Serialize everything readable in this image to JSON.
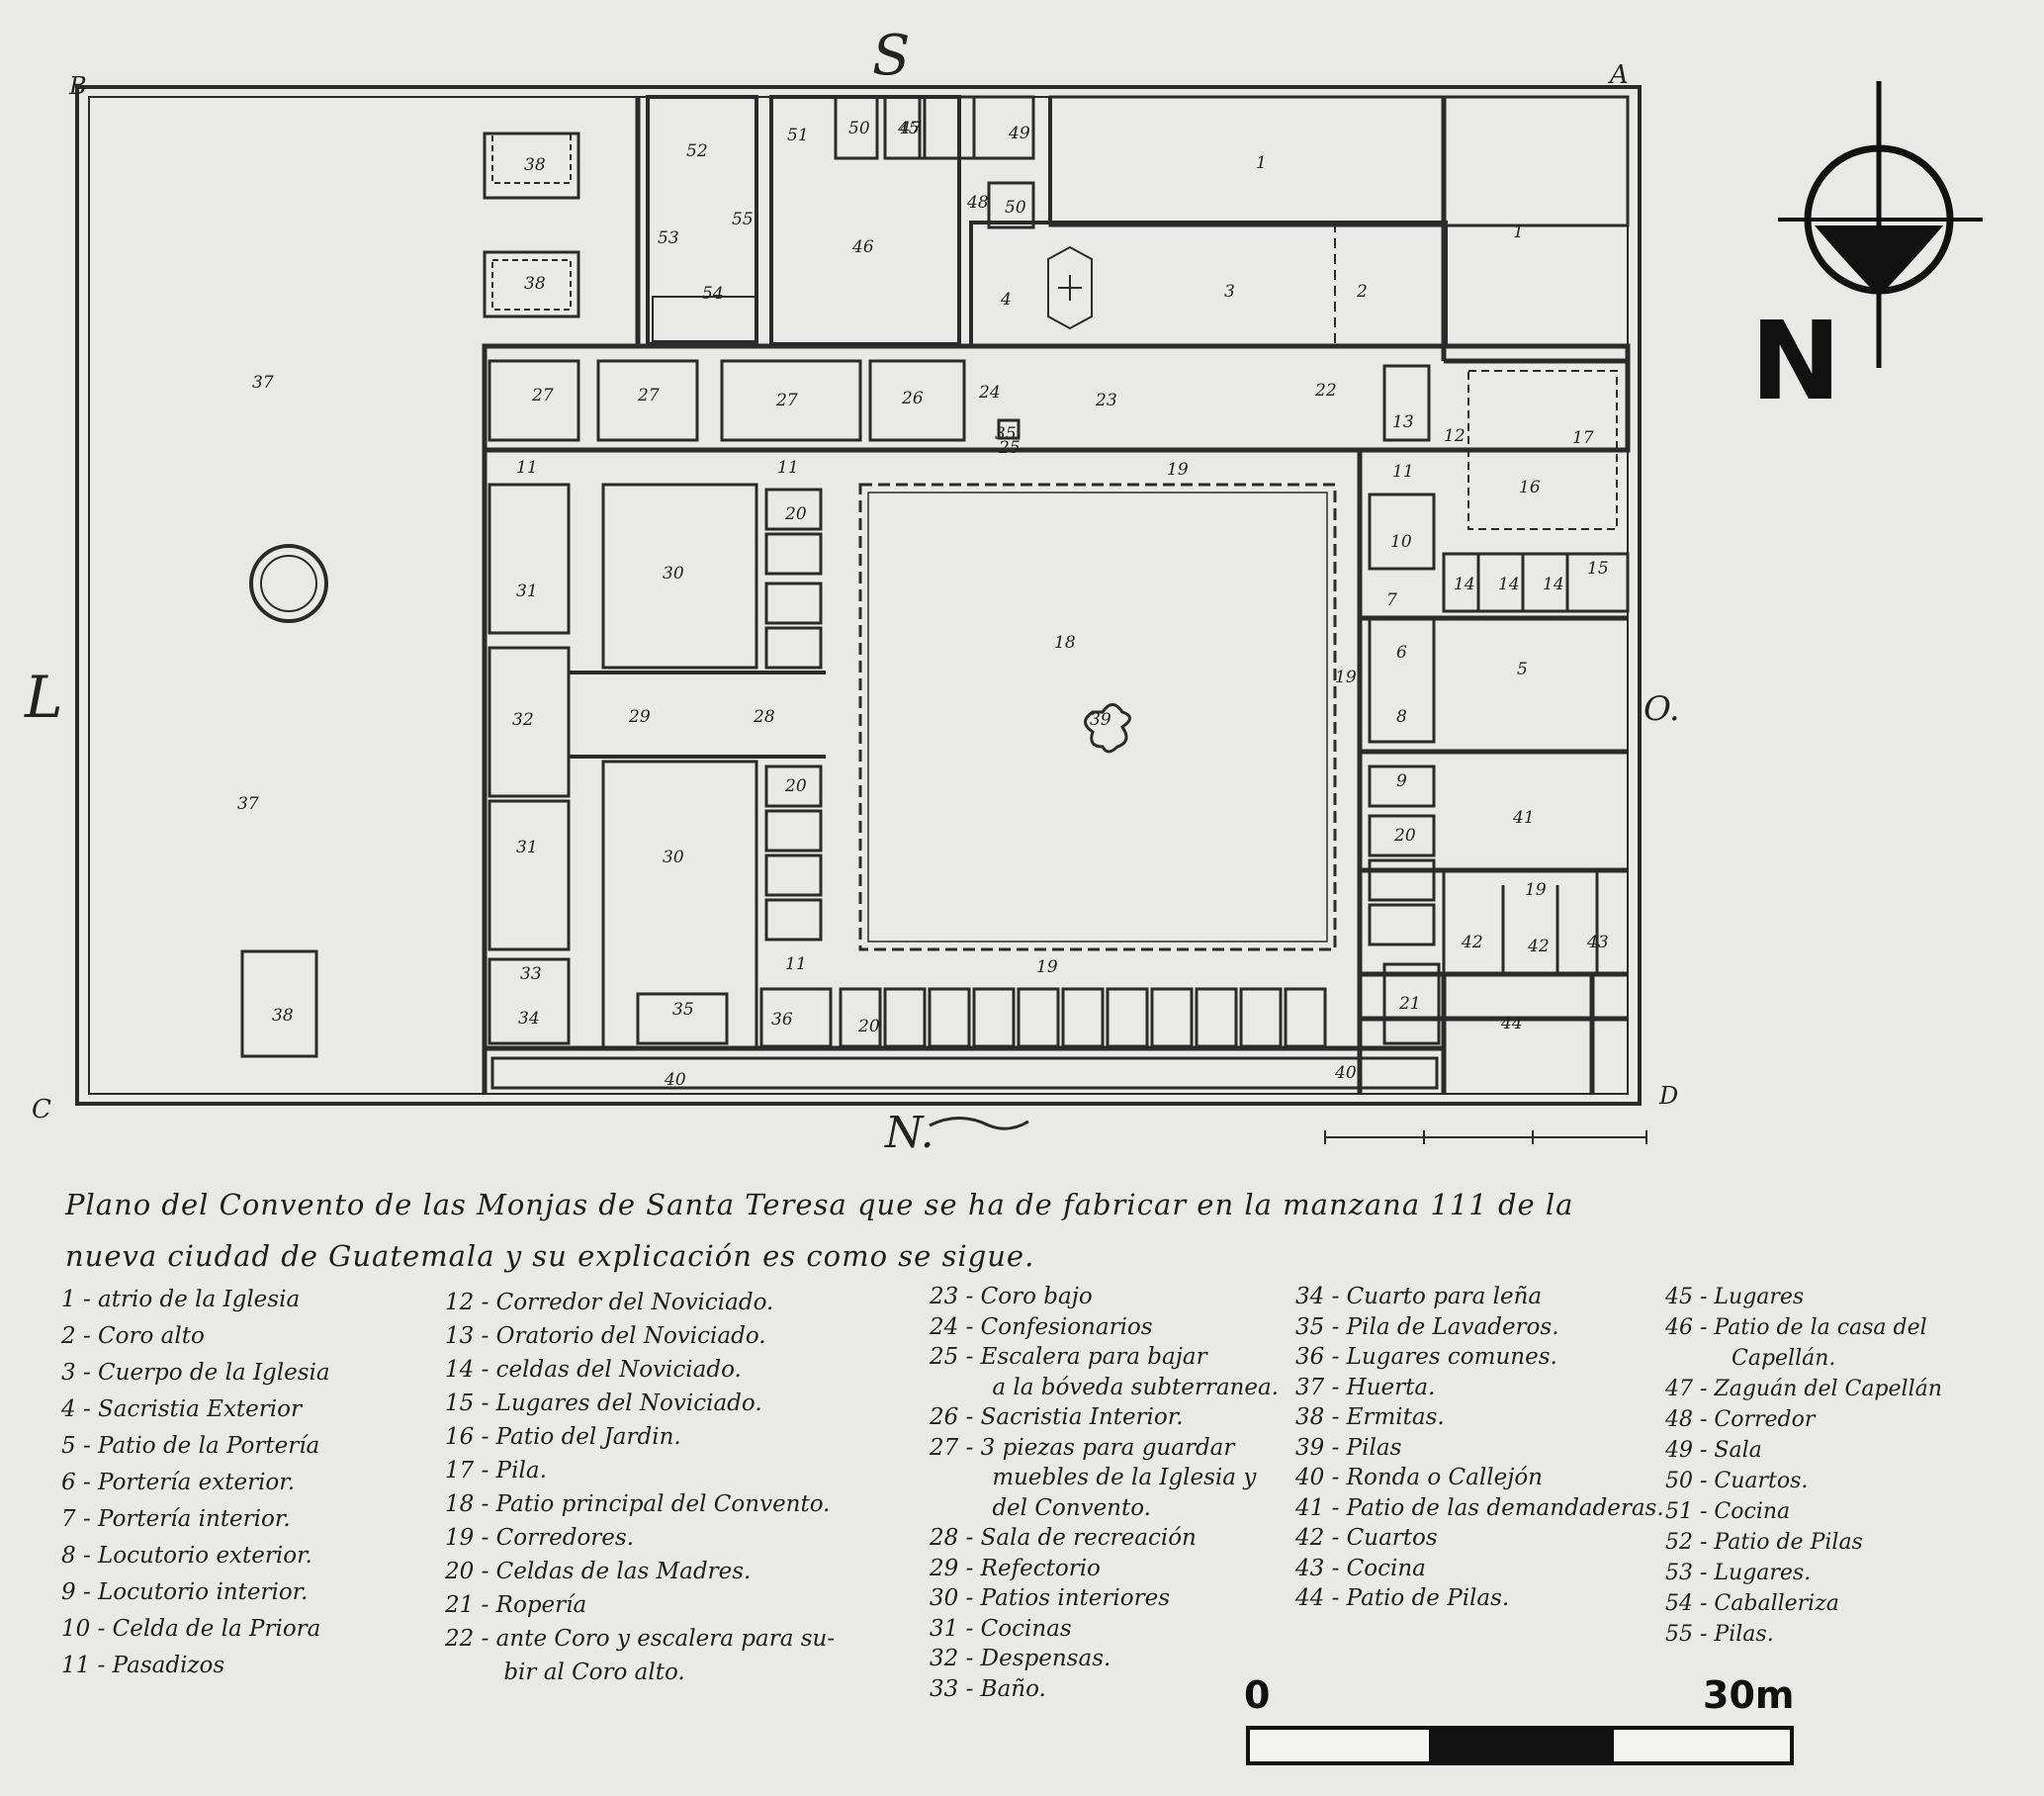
{
  "corner_labels": {
    "a": "A",
    "b": "B",
    "c": "C",
    "d": "D"
  },
  "cardinal_labels": {
    "south": "S",
    "north": "N.",
    "east": "O.",
    "west": "L"
  },
  "compass": {
    "label": "N",
    "icon": "compass-rose-icon"
  },
  "title": "Plano del Convento de las Monjas de Santa Teresa que se ha de fabricar en la manzana 111 de la nueva ciudad de Guatemala y su explicación es como se sigue.",
  "scale_bar": {
    "start_label": "0",
    "end_label": "30m"
  },
  "room_numbers": {
    "r1": "1",
    "r2": "2",
    "r3": "3",
    "r4": "4",
    "r5": "5",
    "r6": "6",
    "r7": "7",
    "r8": "8",
    "r9": "9",
    "r10": "10",
    "r11": "11",
    "r12": "12",
    "r13": "13",
    "r14": "14",
    "r15": "15",
    "r16": "16",
    "r17": "17",
    "r18": "18",
    "r19": "19",
    "r20": "20",
    "r21": "21",
    "r22": "22",
    "r23": "23",
    "r24": "24",
    "r25": "25",
    "r26": "26",
    "r27": "27",
    "r28": "28",
    "r29": "29",
    "r30": "30",
    "r31": "31",
    "r32": "32",
    "r33": "33",
    "r34": "34",
    "r35": "35",
    "r36": "36",
    "r37": "37",
    "r38": "38",
    "r39": "39",
    "r40": "40",
    "r41": "41",
    "r42": "42",
    "r43": "43",
    "r44": "44",
    "r45": "45",
    "r46": "46",
    "r47": "47",
    "r48": "48",
    "r49": "49",
    "r50": "50",
    "r51": "51",
    "r52": "52",
    "r53": "53",
    "r54": "54",
    "r55": "55"
  },
  "legend": {
    "col1": [
      {
        "num": "1 -",
        "text": "atrio de la Iglesia"
      },
      {
        "num": "2 -",
        "text": "Coro alto"
      },
      {
        "num": "3 -",
        "text": "Cuerpo de la Iglesia"
      },
      {
        "num": "4 -",
        "text": "Sacristia Exterior"
      },
      {
        "num": "5 -",
        "text": "Patio de la Portería"
      },
      {
        "num": "6 -",
        "text": "Portería exterior."
      },
      {
        "num": "7 -",
        "text": "Portería interior."
      },
      {
        "num": "8 -",
        "text": "Locutorio exterior."
      },
      {
        "num": "9 -",
        "text": "Locutorio interior."
      },
      {
        "num": "10 -",
        "text": "Celda de la Priora"
      },
      {
        "num": "11 -",
        "text": "Pasadizos"
      }
    ],
    "col2": [
      {
        "num": "12 -",
        "text": "Corredor del Noviciado."
      },
      {
        "num": "13 -",
        "text": "Oratorio del Noviciado."
      },
      {
        "num": "14 -",
        "text": "celdas del Noviciado."
      },
      {
        "num": "15 -",
        "text": "Lugares del Noviciado."
      },
      {
        "num": "16 -",
        "text": "Patio del Jardin."
      },
      {
        "num": "17 -",
        "text": "Pila."
      },
      {
        "num": "18 -",
        "text": "Patio principal del Convento."
      },
      {
        "num": "19 -",
        "text": "Corredores."
      },
      {
        "num": "20 -",
        "text": "Celdas de las Madres."
      },
      {
        "num": "21 -",
        "text": "Ropería"
      },
      {
        "num": "22 -",
        "text": "ante Coro y escalera para su-"
      },
      {
        "num": "",
        "text": "bir al Coro alto."
      }
    ],
    "col3": [
      {
        "num": "23 -",
        "text": "Coro bajo"
      },
      {
        "num": "24 -",
        "text": "Confesionarios"
      },
      {
        "num": "25 -",
        "text": "Escalera para bajar"
      },
      {
        "num": "",
        "text": "a la bóveda subterranea."
      },
      {
        "num": "26 -",
        "text": "Sacristia Interior."
      },
      {
        "num": "27 -",
        "text": "3 piezas para guardar"
      },
      {
        "num": "",
        "text": "muebles de la Iglesia y"
      },
      {
        "num": "",
        "text": "del Convento."
      },
      {
        "num": "28 -",
        "text": "Sala de recreación"
      },
      {
        "num": "29 -",
        "text": "Refectorio"
      },
      {
        "num": "30 -",
        "text": "Patios interiores"
      },
      {
        "num": "31 -",
        "text": "Cocinas"
      },
      {
        "num": "32 -",
        "text": "Despensas."
      },
      {
        "num": "33 -",
        "text": "Baño."
      }
    ],
    "col4": [
      {
        "num": "34 -",
        "text": "Cuarto para leña"
      },
      {
        "num": "35 -",
        "text": "Pila de Lavaderos."
      },
      {
        "num": "36 -",
        "text": "Lugares comunes."
      },
      {
        "num": "37 -",
        "text": "Huerta."
      },
      {
        "num": "38 -",
        "text": "Ermitas."
      },
      {
        "num": "39 -",
        "text": "Pilas"
      },
      {
        "num": "40 -",
        "text": "Ronda o Callejón"
      },
      {
        "num": "41 -",
        "text": "Patio de las demandaderas."
      },
      {
        "num": "42 -",
        "text": "Cuartos"
      },
      {
        "num": "43 -",
        "text": "Cocina"
      },
      {
        "num": "44 -",
        "text": "Patio de Pilas."
      }
    ],
    "col5": [
      {
        "num": "45 -",
        "text": "Lugares"
      },
      {
        "num": "46 -",
        "text": "Patio de la casa del"
      },
      {
        "num": "",
        "text": "Capellán."
      },
      {
        "num": "47 -",
        "text": "Zaguán del Capellán"
      },
      {
        "num": "48 -",
        "text": "Corredor"
      },
      {
        "num": "49 -",
        "text": "Sala"
      },
      {
        "num": "50 -",
        "text": "Cuartos."
      },
      {
        "num": "51 -",
        "text": "Cocina"
      },
      {
        "num": "52 -",
        "text": "Patio de Pilas"
      },
      {
        "num": "53 -",
        "text": "Lugares."
      },
      {
        "num": "54 -",
        "text": "Caballeriza"
      },
      {
        "num": "55 -",
        "text": "Pilas."
      }
    ]
  }
}
